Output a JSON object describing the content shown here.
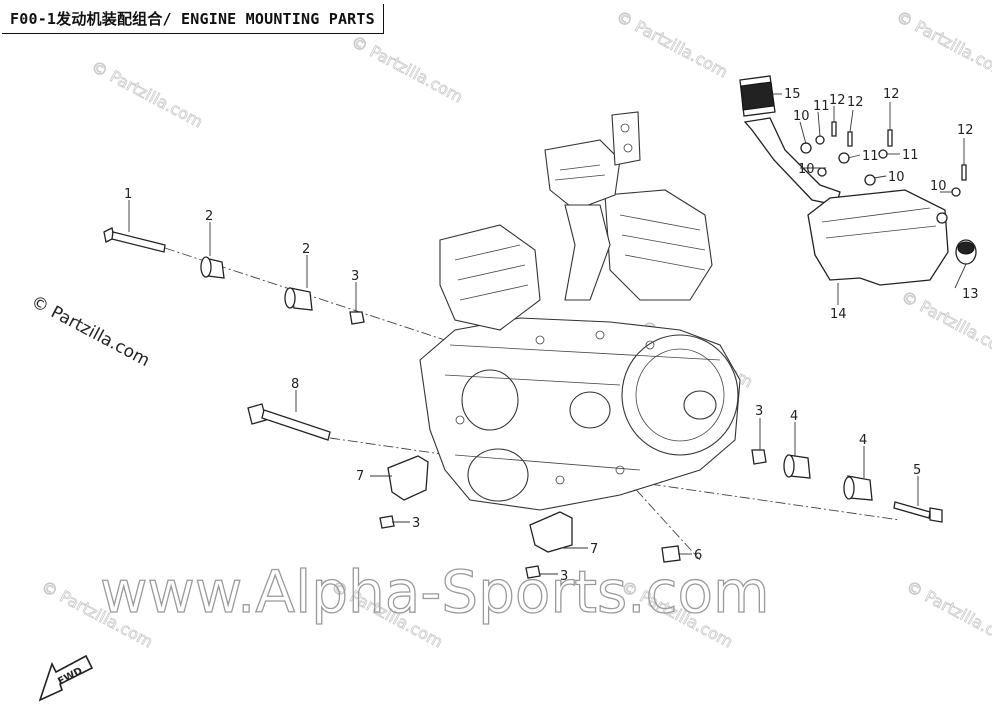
{
  "title": "F00-1发动机装配组合/ ENGINE MOUNTING PARTS",
  "watermarks": {
    "partzilla": "© Partzilla.com",
    "site": "www.Alpha-Sports.com"
  },
  "callouts": [
    "1",
    "2",
    "2",
    "3",
    "8",
    "7",
    "3",
    "7",
    "3",
    "6",
    "3",
    "4",
    "4",
    "5",
    "15",
    "10",
    "11",
    "12",
    "12",
    "12",
    "11",
    "10",
    "11",
    "10",
    "12",
    "10",
    "14",
    "13"
  ],
  "fwd_label": "FWD",
  "colors": {
    "line": "#222222",
    "watermark_light": "#c9c9c9",
    "watermark_dark": "#9a9a9a"
  }
}
